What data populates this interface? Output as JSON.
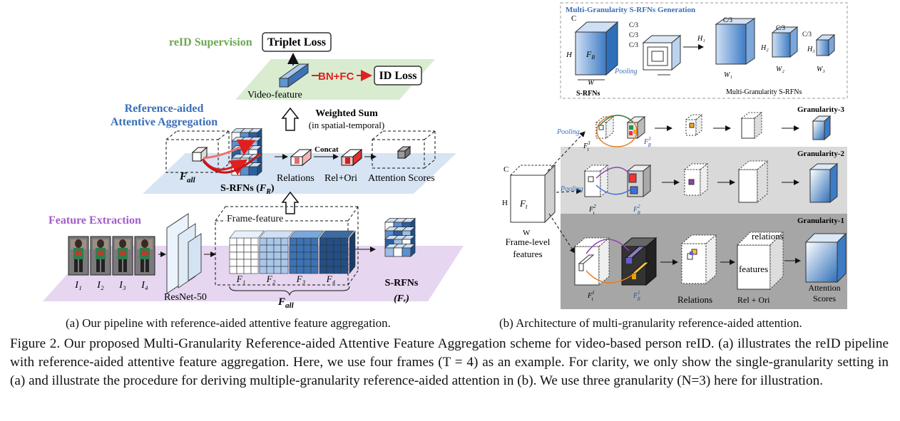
{
  "figure": {
    "left": {
      "reid_supervision": "reID Supervision",
      "triplet_loss": "Triplet Loss",
      "bn_fc": "BN+FC",
      "id_loss": "ID Loss",
      "video_feature": "Video-feature",
      "ref_aided_1": "Reference-aided",
      "ref_aided_2": "Attentive Aggregation",
      "weighted_sum": "Weighted Sum",
      "spatial_temporal": "(in spatial-temporal)",
      "concat": "Concat",
      "f_all": "F",
      "f_all_sub": "all",
      "srfns_fr": "S-RFNs (",
      "srfns_fr_f": "F",
      "srfns_fr_sub": "R",
      "srfns_fr_close": ")",
      "relations": "Relations",
      "rel_ori": "Rel+Ori",
      "attention_scores": "Attention Scores",
      "feature_extraction": "Feature Extraction",
      "frame_feature": "Frame-feature",
      "f_labels": [
        "F₁",
        "F₂",
        "F₃",
        "F₄"
      ],
      "i_labels": [
        "I₁",
        "I₂",
        "I₃",
        "I₄"
      ],
      "resnet": "ResNet-50",
      "s_rfns": "S-RFNs",
      "fr_paren": "(Fᵣ)",
      "fall_bottom": "F",
      "fall_bottom_sub": "all"
    },
    "right": {
      "mg_title": "Multi-Granularity S-RFNs Generation",
      "c": "C",
      "h": "H",
      "w": "W",
      "fr": "F",
      "fr_sub": "R",
      "pooling": "Pooling",
      "c3_labels": [
        "C/3",
        "C/3",
        "C/3"
      ],
      "h_labels": [
        "H₁",
        "H₂",
        "H₃"
      ],
      "w_labels": [
        "W₁",
        "W₂",
        "W₃"
      ],
      "s_rfns": "S-RFNs",
      "mg_srfns": "Multi-Granularity S-RFNs",
      "gran3": "Granularity-3",
      "gran2": "Granularity-2",
      "gran1": "Granularity-1",
      "ft": "F",
      "ft_sub": "t",
      "frame_level_1": "Frame-level",
      "frame_level_2": "features",
      "relations": "Relations",
      "rel_ori": "Rel + Ori",
      "relations_lc": "relations",
      "features_lc": "features",
      "attention": "Attention",
      "scores": "Scores"
    },
    "sub_a": "(a)  Our pipeline with reference-aided attentive feature aggregation.",
    "sub_b": "(b)  Architecture of multi-granularity reference-aided attention."
  },
  "caption": "Figure 2. Our proposed Multi-Granularity Reference-aided Attentive Feature Aggregation scheme for video-based person reID. (a) illustrates the reID pipeline with reference-aided attentive feature aggregation. Here, we use four frames (T = 4) as an example. For clarity, we only show the single-granularity setting in (a) and illustrate the procedure for deriving multiple-granularity reference-aided attention in (b). We use three granularity (N=3) here for illustration.",
  "colors": {
    "green_plane": "#d9ecd0",
    "blue_plane": "#d6e4f3",
    "purple_plane": "#e6d6f0",
    "blue_text": "#3a6fb8",
    "purple_text": "#a15cc8",
    "green_text": "#6aa84f",
    "red": "#e02020"
  }
}
